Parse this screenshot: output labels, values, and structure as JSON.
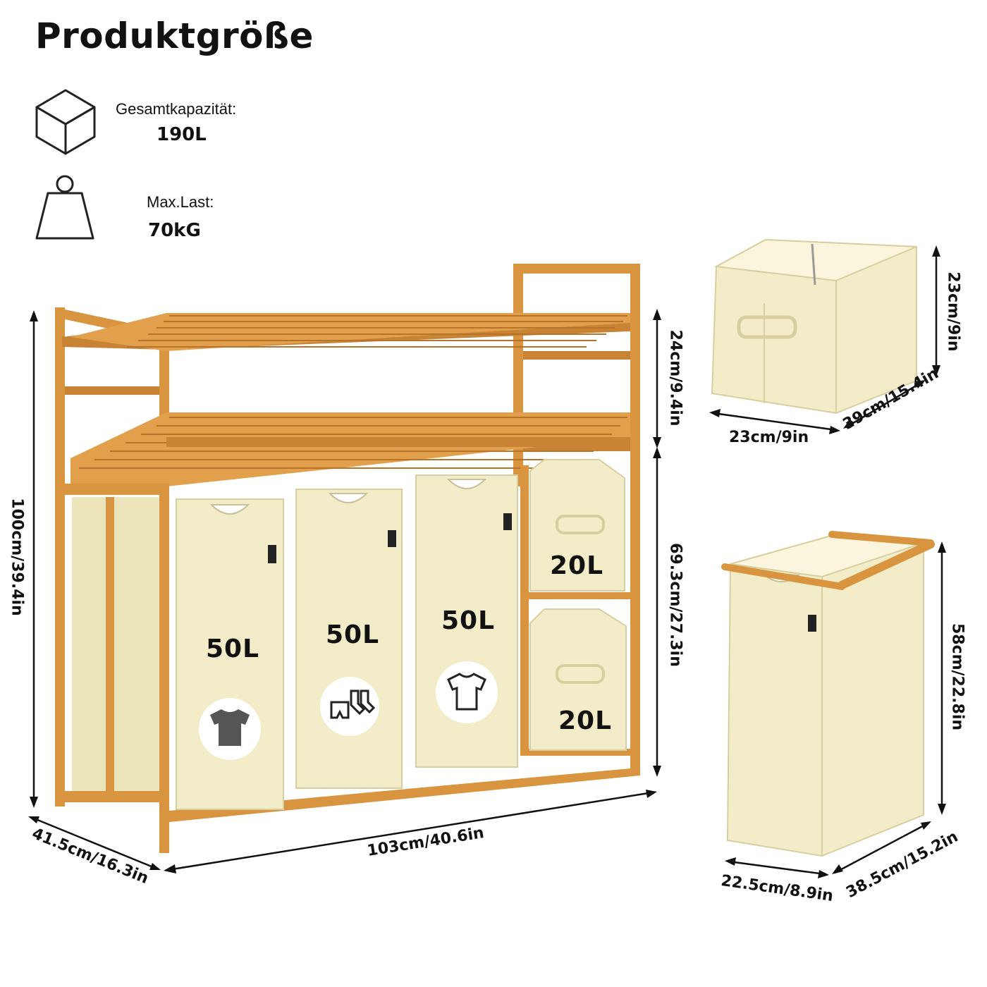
{
  "header": {
    "title": "Produktgröße"
  },
  "specs": [
    {
      "icon": "cube-icon",
      "label": "Gesamtkapazität:",
      "value": "190L"
    },
    {
      "icon": "weight-icon",
      "label": "Max.Last:",
      "value": "70kG"
    }
  ],
  "main_unit": {
    "dimensions": {
      "height": "100cm/39.4in",
      "width": "103cm/40.6in",
      "depth": "41.5cm/16.3in",
      "shelf_gap": "24cm/9.4in",
      "lower_height": "69.3cm/27.3in"
    },
    "bins": [
      {
        "capacity": "50L",
        "icon": "dark-tshirt-icon"
      },
      {
        "capacity": "50L",
        "icon": "socks-underwear-icon"
      },
      {
        "capacity": "50L",
        "icon": "white-tshirt-icon"
      }
    ],
    "drawers": [
      {
        "capacity": "20L"
      },
      {
        "capacity": "20L"
      }
    ]
  },
  "small_basket": {
    "dimensions": {
      "height": "23cm/9in",
      "width": "23cm/9in",
      "depth": "39cm/15.4in"
    }
  },
  "large_bag": {
    "dimensions": {
      "height": "58cm/22.8in",
      "width": "22.5cm/8.9in",
      "depth": "38.5cm/15.2in"
    }
  },
  "colors": {
    "wood": "#d9943f",
    "wood_dark": "#b8732a",
    "fabric": "#f2ecc8",
    "icon_dark": "#555555"
  }
}
